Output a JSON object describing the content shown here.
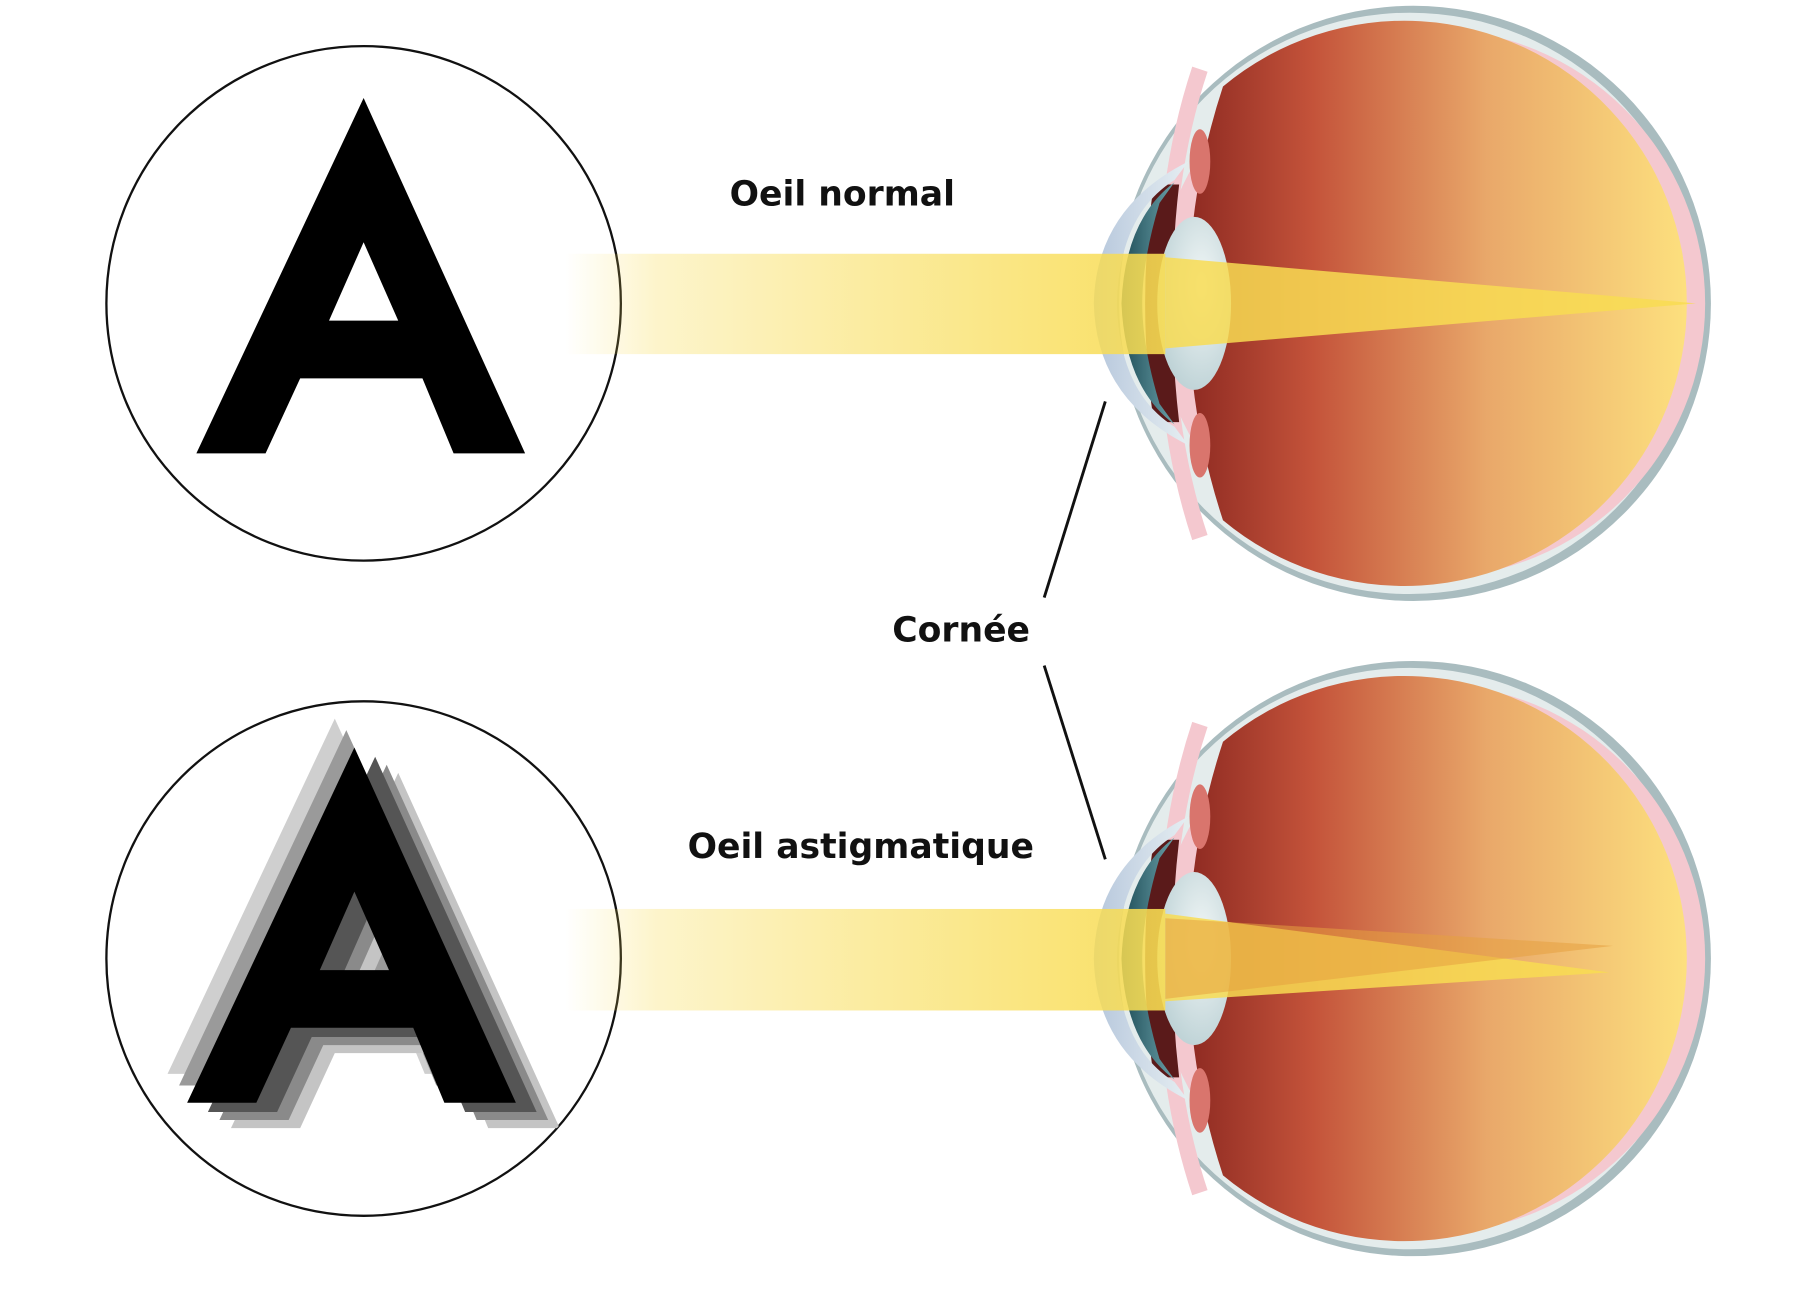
{
  "labels": {
    "normal_eye": "Oeil normal",
    "cornea": "Cornée",
    "astigmatic_eye": "Oeil astigmatique"
  },
  "letters": {
    "normal": "A",
    "astigmatic": "A"
  },
  "colors": {
    "beam": "#f8dc52",
    "retina_dark": "#a83a2c",
    "retina_light": "#fcd97a",
    "sclera": "#c9d6d8",
    "cornea": "#cfdde8"
  }
}
